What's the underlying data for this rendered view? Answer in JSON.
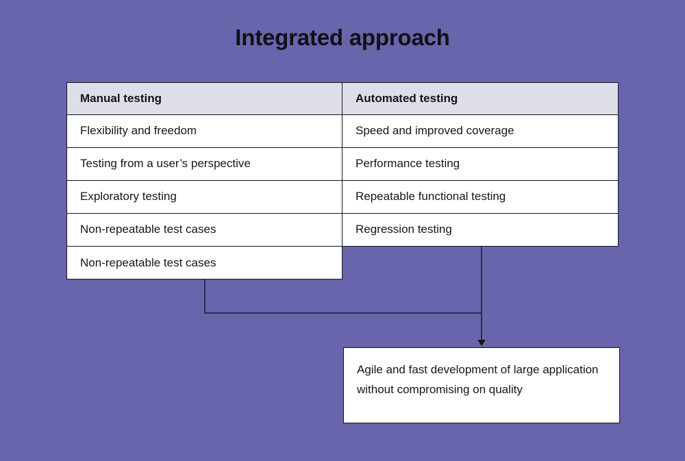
{
  "page": {
    "title": "Integrated approach",
    "background_color": "#6865ad",
    "text_color": "#15141b",
    "border_color": "#15141b",
    "connector_color": "#2e2c44",
    "header_background_color": "#dedee9",
    "cell_background_color": "#ffffff"
  },
  "table": {
    "columns": [
      {
        "header": "Manual testing",
        "rows": [
          "Flexibility and freedom",
          "Testing from a user’s perspective",
          "Exploratory testing",
          "Non-repeatable test cases",
          "Non-repeatable test cases"
        ]
      },
      {
        "header": "Automated testing",
        "rows": [
          "Speed and improved coverage",
          "Performance testing",
          "Repeatable functional testing",
          "Regression testing"
        ]
      }
    ]
  },
  "outcome": {
    "text": "Agile and fast development of large application without compromising on quality"
  }
}
